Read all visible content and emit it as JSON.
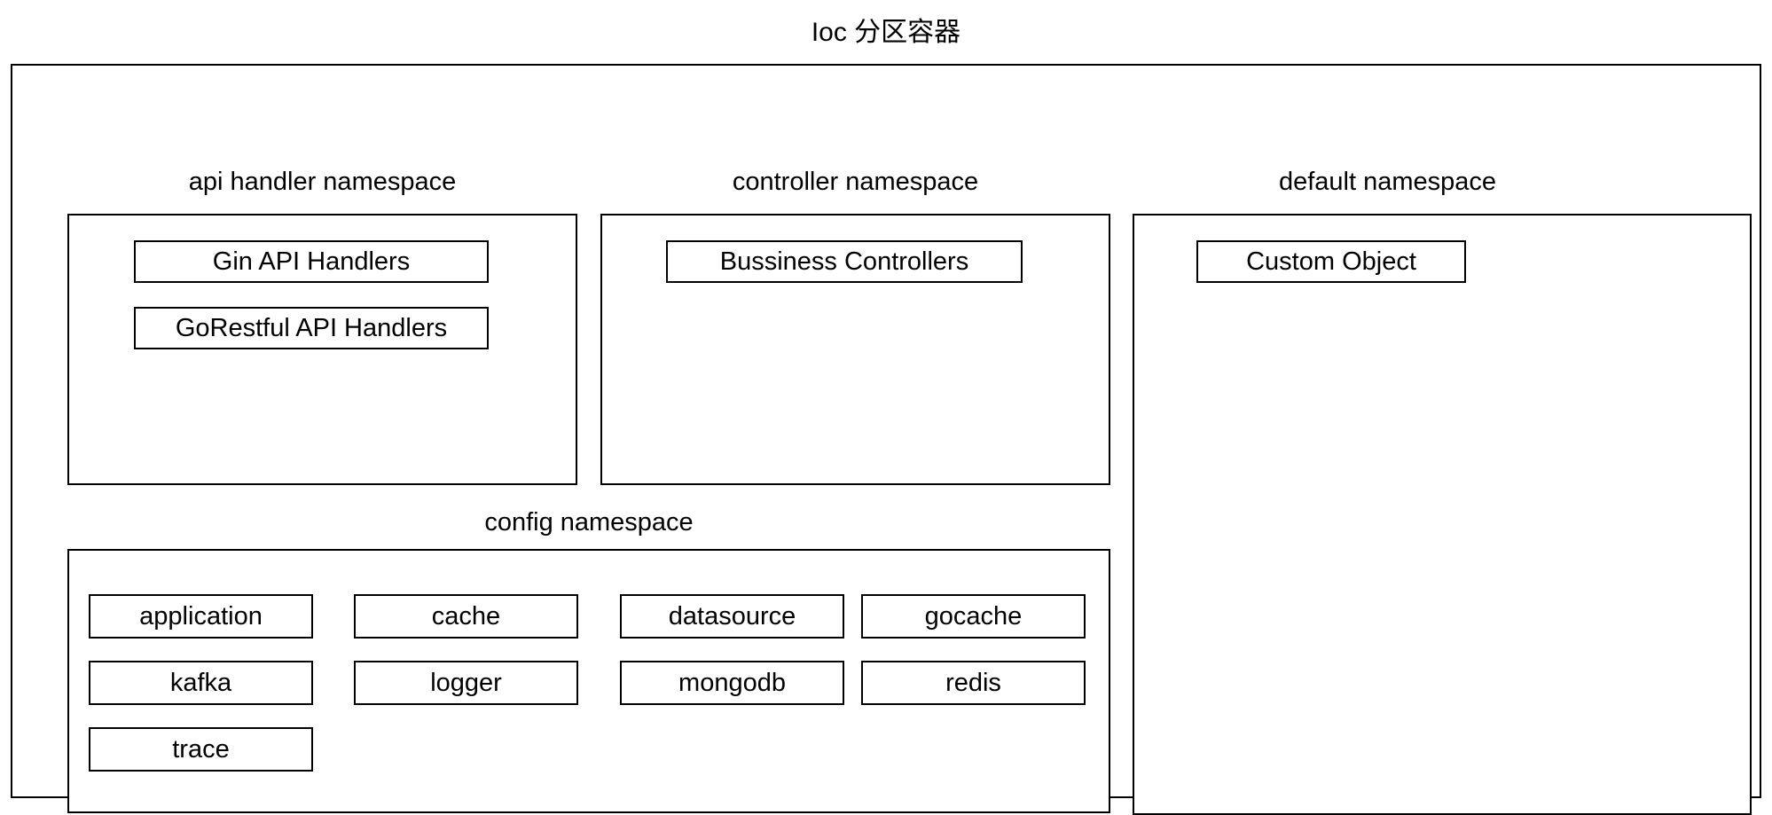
{
  "title": "Ioc 分区容器",
  "colors": {
    "border": "#000000",
    "background": "#ffffff",
    "text": "#000000"
  },
  "namespaces": {
    "api_handler": {
      "label": "api handler namespace",
      "items": [
        "Gin API Handlers",
        "GoRestful API Handlers"
      ]
    },
    "controller": {
      "label": "controller namespace",
      "items": [
        "Bussiness Controllers"
      ]
    },
    "default_ns": {
      "label": "default namespace",
      "items": [
        "Custom Object"
      ]
    },
    "config": {
      "label": "config namespace",
      "items": [
        "application",
        "cache",
        "datasource",
        "gocache",
        "kafka",
        "logger",
        "mongodb",
        "redis",
        "trace"
      ]
    }
  }
}
